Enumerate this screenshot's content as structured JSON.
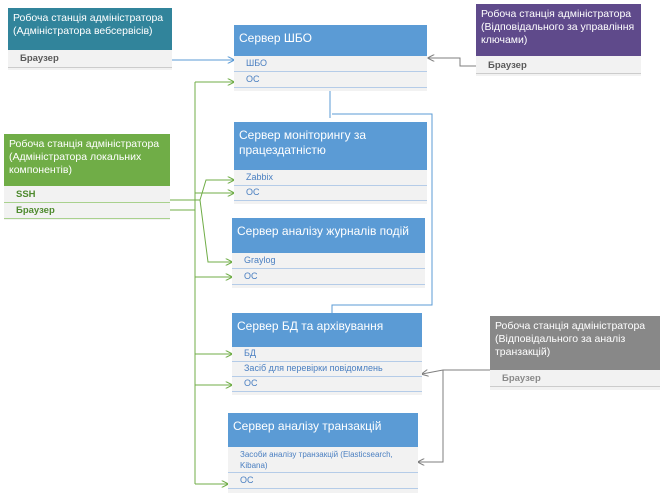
{
  "colors": {
    "server_blue": "#5b9bd5",
    "teal": "#31849b",
    "purple": "#5f4a8b",
    "green": "#70ad47",
    "gray": "#888888",
    "line_blue": "#5b9bd5",
    "line_green": "#70ad47",
    "line_gray": "#7f7f7f"
  },
  "workstations": {
    "web_admin": {
      "title": "Робоча станція адміністратора (Адміністратора вебсервісів)",
      "rows": [
        "Браузер"
      ]
    },
    "key_admin": {
      "title": "Робоча станція адміністратора (Відповідального за управління ключами)",
      "rows": [
        "Браузер"
      ]
    },
    "local_admin": {
      "title": "Робоча станція адміністратора (Адміністратора локальних компонентів)",
      "rows": [
        "SSH",
        "Браузер"
      ]
    },
    "tx_admin": {
      "title": "Робоча станція адміністратора (Відповідального за аналіз транзакцій)",
      "rows": [
        "Браузер"
      ]
    }
  },
  "servers": {
    "shbo": {
      "title": "Сервер ШБО",
      "rows": [
        "ШБО",
        "ОС"
      ]
    },
    "monitoring": {
      "title": "Сервер моніторингу за працездатністю",
      "rows": [
        "Zabbix",
        "ОС"
      ]
    },
    "logs": {
      "title": "Сервер аналізу журналів подій",
      "rows": [
        "Graylog",
        "ОС"
      ]
    },
    "db": {
      "title": "Сервер БД та архівування",
      "rows": [
        "БД",
        "Засіб для перевірки повідомлень",
        "ОС"
      ]
    },
    "tx": {
      "title": "Сервер аналізу транзакцій",
      "rows": [
        "Засоби аналізу транзакцій (Elasticsearch, Kibana)",
        "ОС"
      ]
    }
  }
}
